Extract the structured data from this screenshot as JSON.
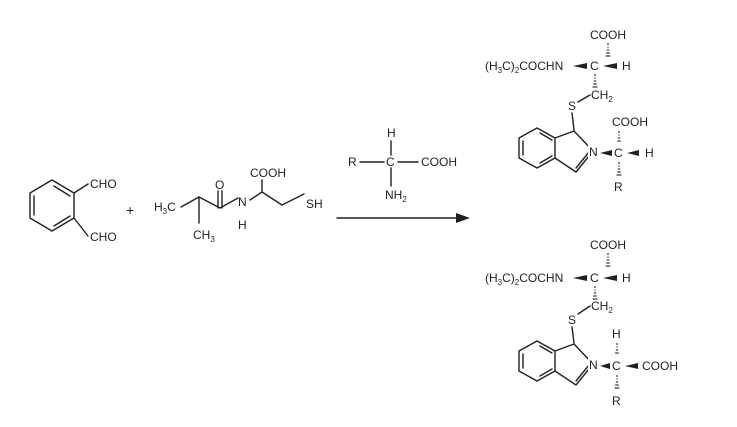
{
  "scheme": {
    "phthalaldehyde": {
      "cho_top": "CHO",
      "cho_bottom": "CHO"
    },
    "plus_sign": "+",
    "ibc": {
      "h3c": "H",
      "h3c_sub": "3",
      "h3c_c": "C",
      "ch3": "CH",
      "ch3_sub": "3",
      "carbonyl_o": "O",
      "amide_n": "N",
      "amide_h": "H",
      "cooh": "COOH",
      "thiol": "SH"
    },
    "amino_acid": {
      "h": "H",
      "r": "R",
      "c": "C",
      "cooh": "COOH",
      "nh": "NH",
      "nh_sub": "2"
    },
    "product_top": {
      "cooh_upper": "COOH",
      "acyl_group": "(H",
      "acyl_sub3": "3",
      "acyl_mid": "C)",
      "acyl_sub2": "2",
      "acyl_end": "COCHN",
      "c_upper": "C",
      "h_upper": "H",
      "ch": "CH",
      "ch_sub": "2",
      "s": "S",
      "n": "N",
      "c_lower": "C",
      "h_lower": "H",
      "cooh_lower": "COOH",
      "r": "R"
    },
    "product_bottom": {
      "cooh_upper": "COOH",
      "acyl_group": "(H",
      "acyl_sub3": "3",
      "acyl_mid": "C)",
      "acyl_sub2": "2",
      "acyl_end": "COCHN",
      "c_upper": "C",
      "h_upper": "H",
      "ch": "CH",
      "ch_sub": "2",
      "s": "S",
      "n": "N",
      "c_lower": "C",
      "h_lower": "H",
      "cooh_lower": "COOH",
      "r": "R"
    }
  }
}
